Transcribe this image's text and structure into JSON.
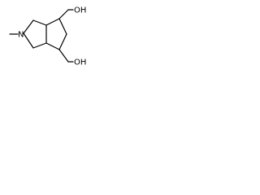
{
  "structure": {
    "labels": {
      "n_atom": "N",
      "oh_top": "OH",
      "oh_bottom": "OH"
    },
    "colors": {
      "bond": "#000000",
      "text": "#000000",
      "background": "#ffffff"
    }
  }
}
